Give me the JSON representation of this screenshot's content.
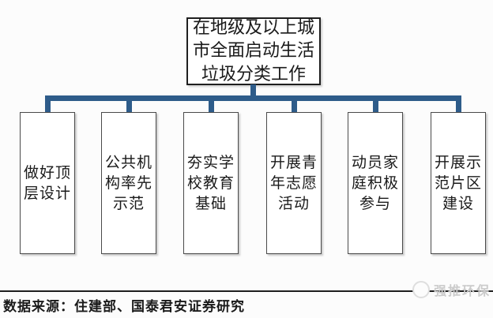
{
  "diagram": {
    "root_text": "在地级及以上城市全面启动生活垃圾分类工作",
    "children": [
      {
        "text": "做好顶层设计"
      },
      {
        "text": "公共机构率先示范"
      },
      {
        "text": "夯实学校教育基础"
      },
      {
        "text": "开展青年志愿活动"
      },
      {
        "text": "动员家庭积极参与"
      },
      {
        "text": "开展示范片区建设"
      }
    ]
  },
  "footer": {
    "source": "数据来源：住建部、国泰君安证券研究"
  },
  "watermark": {
    "text": "强推环保"
  },
  "colors": {
    "connector": "#2e5c8a",
    "border": "#1f1f1f",
    "text": "#1a1a1a",
    "watermark": "#cbcbcb"
  }
}
